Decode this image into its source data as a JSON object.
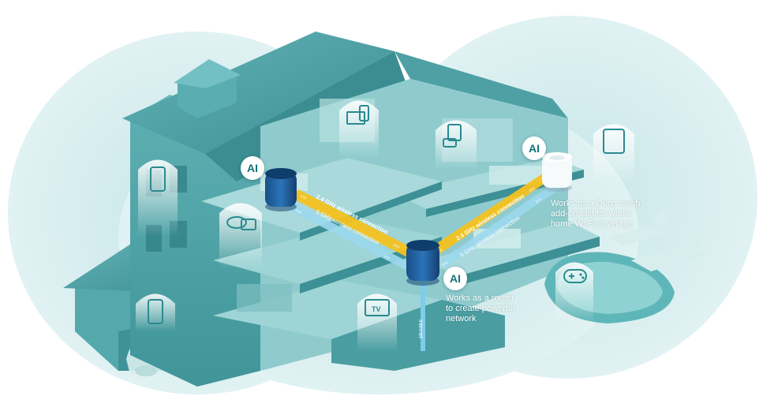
{
  "connections": {
    "ghz24": "2.4 GHz wireless connection",
    "ghz5": "5 GHz wireless connection",
    "ghz24_right": "2.4 GHz wireless connection",
    "ghz5_right": "5 GHz wireless connection",
    "internet": "Internet"
  },
  "nodes": {
    "ai_left": "AI",
    "ai_center": "AI",
    "ai_right": "AI"
  },
  "captions": {
    "router": [
      "Works as a router",
      "to create powerful",
      "network"
    ],
    "mesh": [
      "Works as a Deco mesh",
      "add-on unit for whole",
      "home Wi-Fi coverage"
    ]
  },
  "devices": {
    "tv_label": "TV",
    "icons": [
      "phone-icon",
      "cloud-storage-icon",
      "phone-icon",
      "laptop-phone-icon",
      "printer-game-icon",
      "tablet-icon",
      "tv-icon",
      "gamepad-icon"
    ]
  },
  "colors": {
    "house": "#4fa3a6",
    "house_dark": "#2e7e84",
    "background_blob": "#dbeff0",
    "yellow_link": "#f4c21f",
    "blue_link": "#7ecbea",
    "deco_blue": "#1f5f9a"
  }
}
